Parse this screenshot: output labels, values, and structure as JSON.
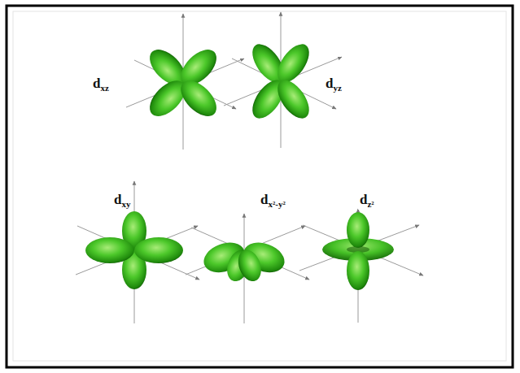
{
  "diagram": {
    "labels": [
      "dxz",
      "dyz",
      "dxy",
      "dx²-y²",
      "dz²"
    ]
  }
}
